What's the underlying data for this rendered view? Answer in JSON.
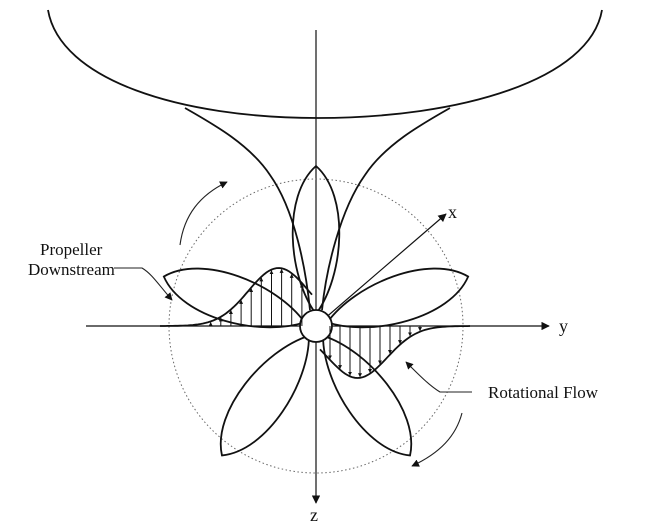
{
  "labels": {
    "propeller_line1": "Propeller",
    "propeller_line2": "Downstream",
    "rotational_flow": "Rotational Flow",
    "axis_x": "x",
    "axis_y": "y",
    "axis_z": "z"
  },
  "colors": {
    "ink": "#111111",
    "dotted_circle": "#666666",
    "background": "#ffffff"
  }
}
